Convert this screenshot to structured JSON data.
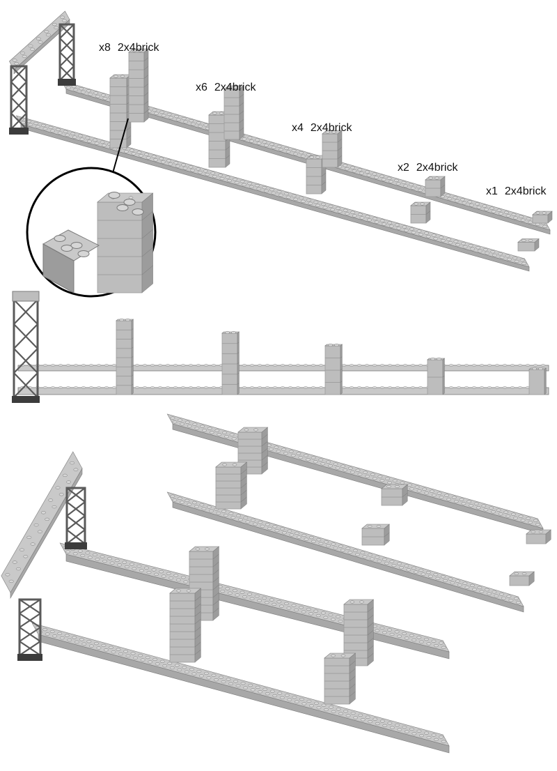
{
  "colors": {
    "plate_top": "#c9c9c9",
    "plate_side": "#a8a8a8",
    "plate_edge": "#7a7a7a",
    "stud": "#d6d6d6",
    "brick_face": "#bdbdbd",
    "brick_face_dark": "#9c9c9c",
    "truss": "#5a5a5a",
    "truss_dark": "#3c3c3c",
    "text": "#111111"
  },
  "icons": [
    "lego-plate",
    "lego-brick",
    "lego-girder",
    "magnifier-circle"
  ],
  "stacks": [
    {
      "qty": "x8",
      "label": "2x4brick",
      "bricks": 8
    },
    {
      "qty": "x6",
      "label": "2x4brick",
      "bricks": 6
    },
    {
      "qty": "x4",
      "label": "2x4brick",
      "bricks": 4
    },
    {
      "qty": "x2",
      "label": "2x4brick",
      "bricks": 2
    },
    {
      "qty": "x1",
      "label": "2x4brick",
      "bricks": 1
    }
  ]
}
